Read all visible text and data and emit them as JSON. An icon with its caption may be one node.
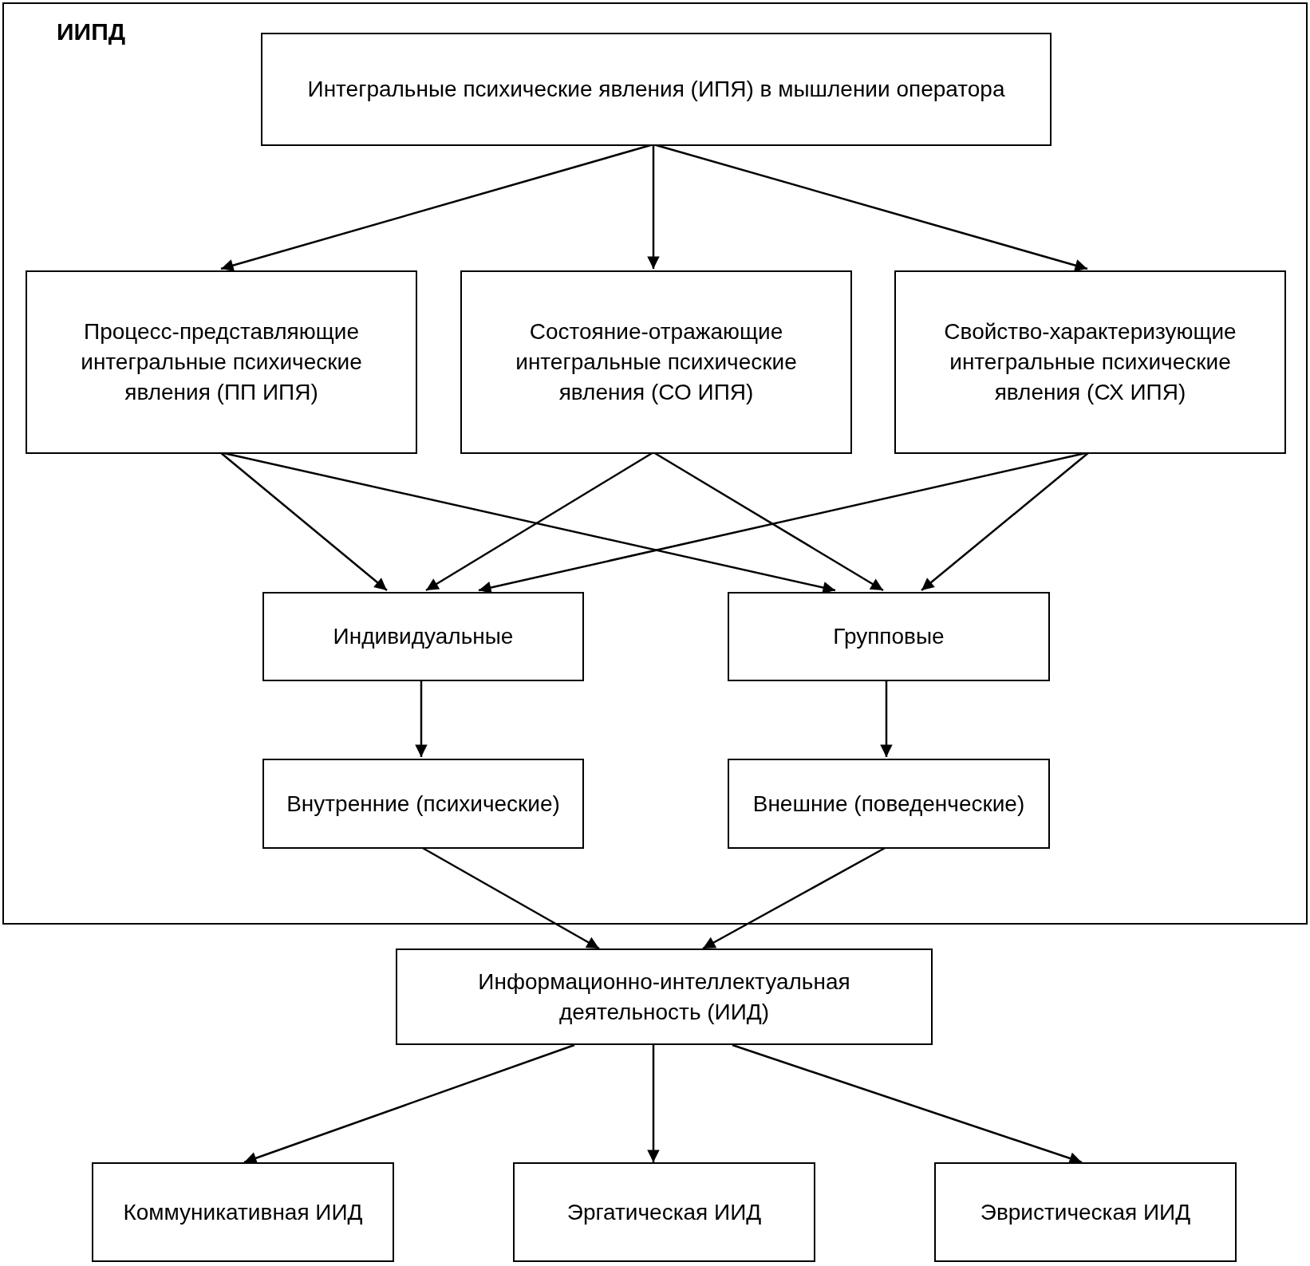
{
  "diagram": {
    "nodes": [
      {
        "text": [
          "ИИПД"
        ]
      },
      {
        "text": [
          "Интегральные психические явления (ИПЯ) в мышлении оператора"
        ],
        "in": 0
      },
      {
        "text": [
          "Процесс-представляющие интегральные психические явления (ПП ИПЯ)"
        ],
        "in": 0
      },
      {
        "text": [
          "Состояние-отражающие интегральные психические явления (СО ИПЯ)"
        ],
        "in": 0
      },
      {
        "text": [
          "Свойство-характеризующие интегральные психические явления (СХ ИПЯ)"
        ],
        "in": 0
      },
      {
        "text": [
          "Индивидуальные"
        ],
        "in": 0
      },
      {
        "text": [
          "Групповые"
        ],
        "in": 0
      },
      {
        "text": [
          "Внутренние (психические)"
        ],
        "in": 0
      },
      {
        "text": [
          "Внешние (поведенческие)"
        ],
        "in": 0
      },
      {
        "text": [
          "Информационно-интеллектуальная деятельность (ИИД)"
        ]
      },
      {
        "text": [
          "Коммуникативная ИИД"
        ]
      },
      {
        "text": [
          "Эргатическая ИИД"
        ]
      },
      {
        "text": [
          "Эвристическая ИИД"
        ]
      }
    ],
    "edges": [
      {
        "from": 1,
        "to": 2,
        "arrow": "to"
      },
      {
        "from": 1,
        "to": 3,
        "arrow": "to"
      },
      {
        "from": 1,
        "to": 4,
        "arrow": "to"
      },
      {
        "from": 2,
        "to": 5,
        "arrow": "to"
      },
      {
        "from": 2,
        "to": 6,
        "arrow": "to"
      },
      {
        "from": 3,
        "to": 5,
        "arrow": "to"
      },
      {
        "from": 3,
        "to": 6,
        "arrow": "to"
      },
      {
        "from": 4,
        "to": 5,
        "arrow": "to"
      },
      {
        "from": 4,
        "to": 6,
        "arrow": "to"
      },
      {
        "from": 5,
        "to": 7,
        "arrow": "to"
      },
      {
        "from": 6,
        "to": 8,
        "arrow": "to"
      },
      {
        "from": 7,
        "to": 9,
        "arrow": "to"
      },
      {
        "from": 8,
        "to": 9,
        "arrow": "to"
      },
      {
        "from": 9,
        "to": 10,
        "arrow": "to"
      },
      {
        "from": 9,
        "to": 11,
        "arrow": "to"
      },
      {
        "from": 9,
        "to": 12,
        "arrow": "to"
      }
    ]
  }
}
